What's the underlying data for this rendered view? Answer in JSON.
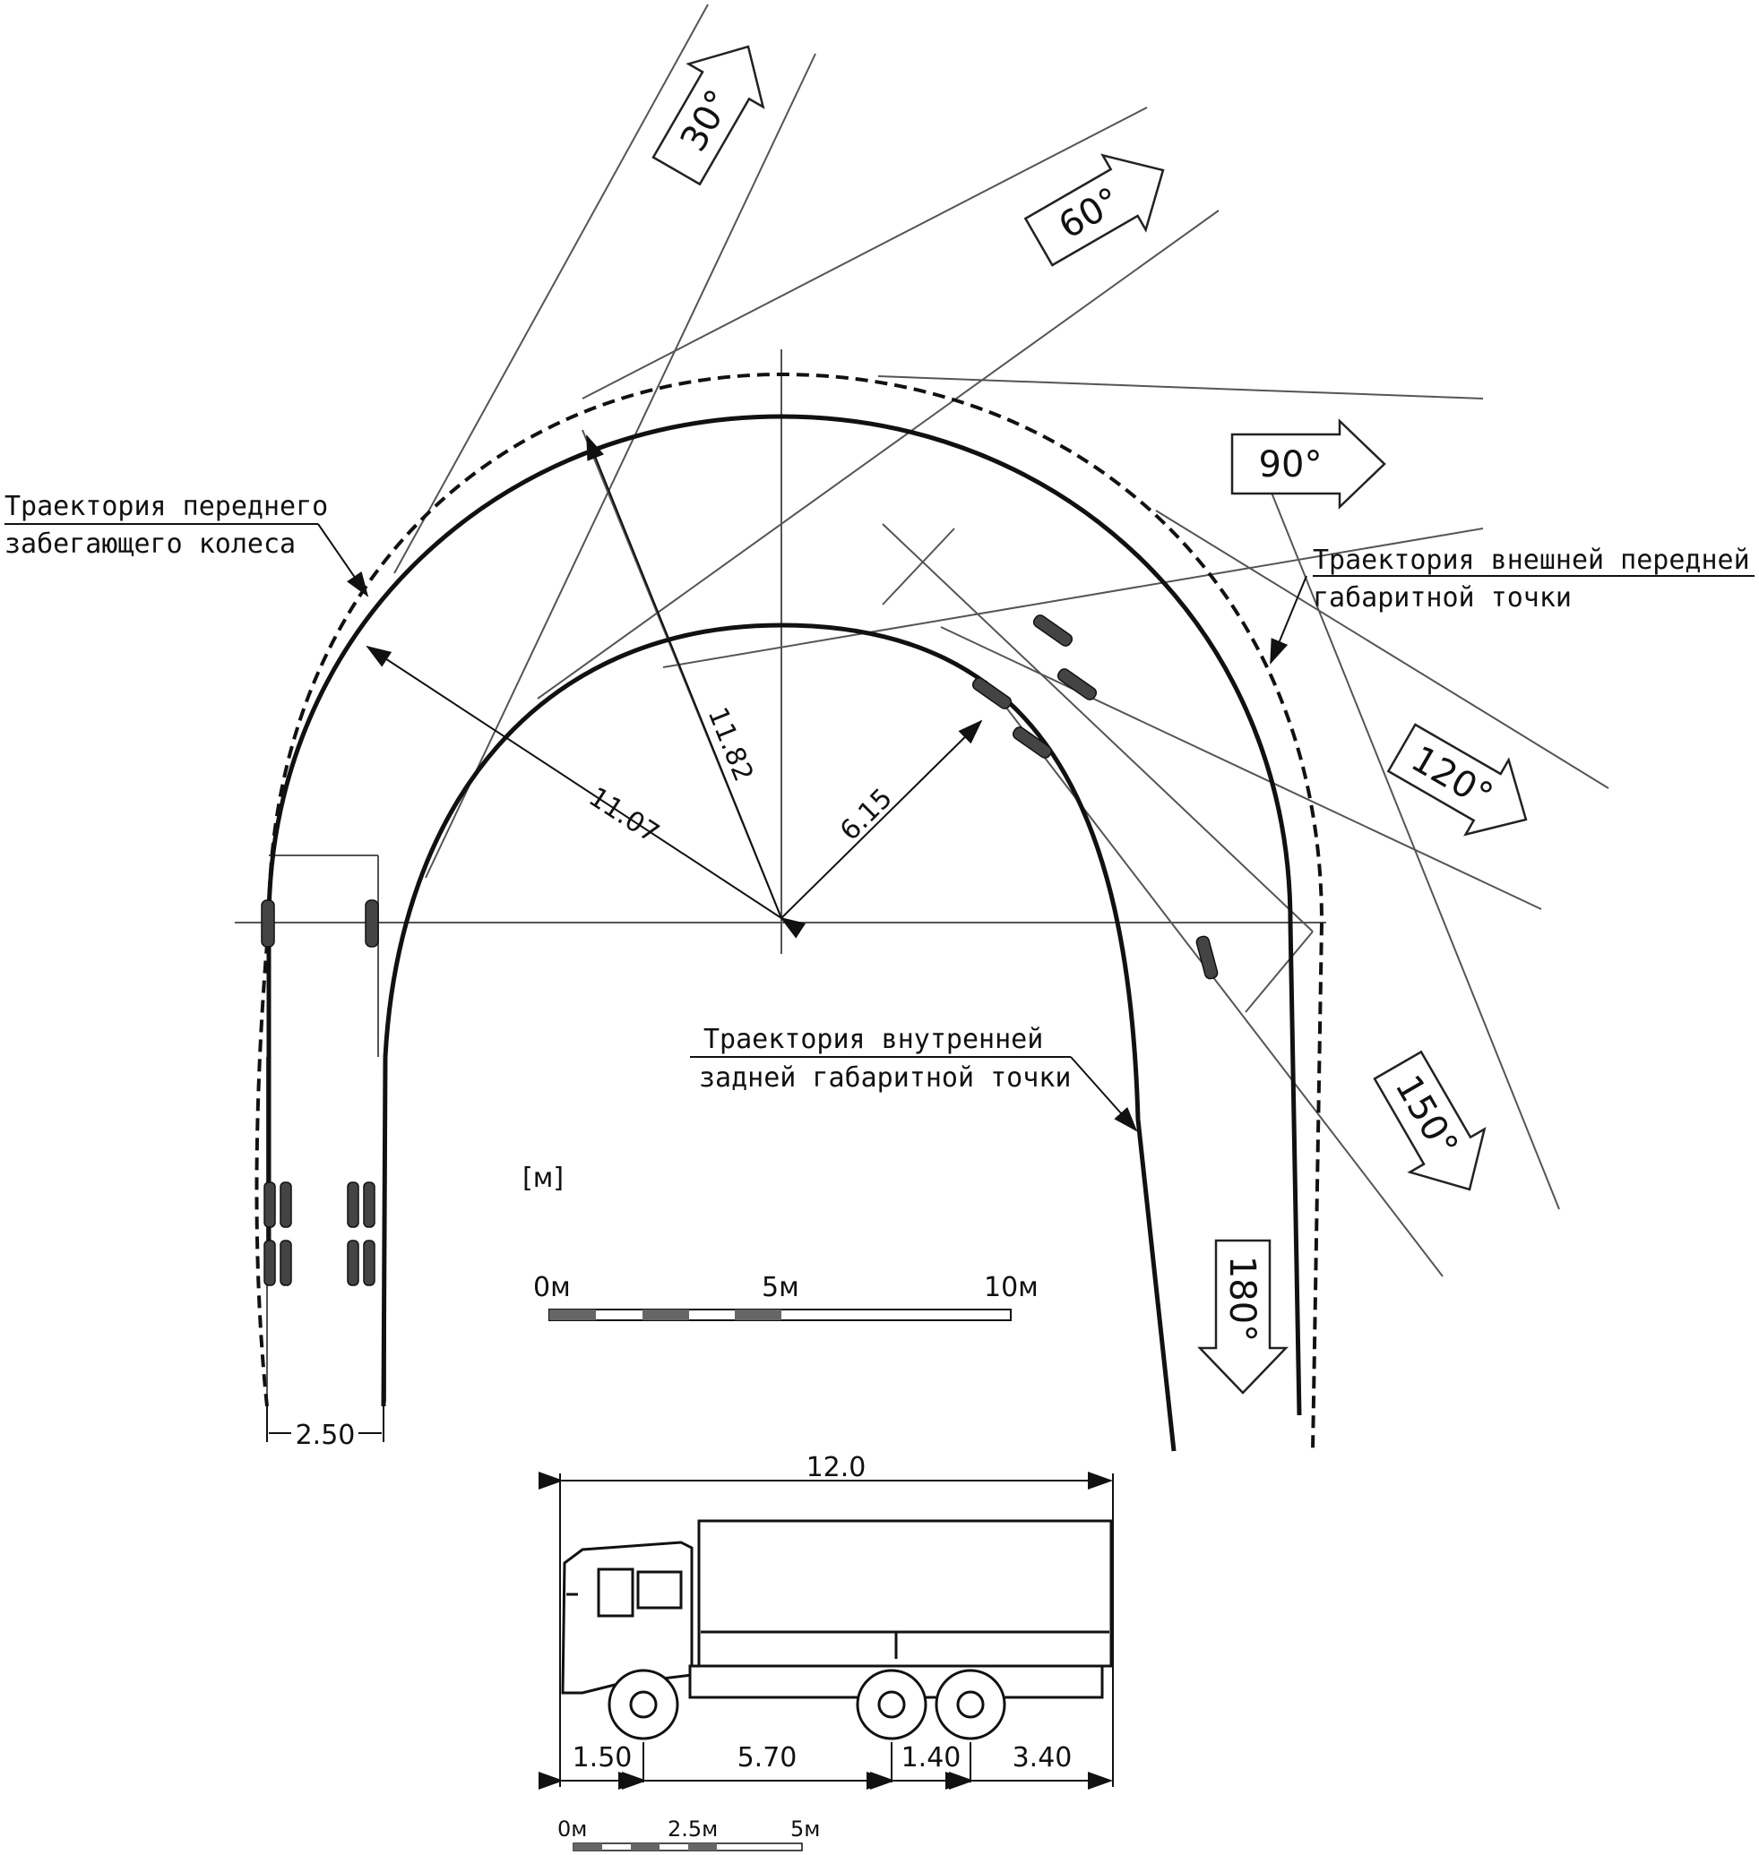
{
  "labels": {
    "front_wheel_path": [
      "Траектория переднего",
      "забегающего колеса"
    ],
    "outer_front_point_path": [
      "Траектория внешней передней",
      "габаритной точки"
    ],
    "inner_rear_point_path": [
      "Траектория внутренней",
      "задней габаритной точки"
    ],
    "units": "[м]"
  },
  "angles": [
    "30°",
    "60°",
    "90°",
    "120°",
    "150°",
    "180°"
  ],
  "radii": {
    "r1": "11.07",
    "r2": "11.82",
    "r3": "6.15"
  },
  "track_width": "2.50",
  "scale_top": {
    "start": "0м",
    "mid": "5м",
    "end": "10м"
  },
  "truck": {
    "length": "12.0",
    "segments": [
      "1.50",
      "5.70",
      "1.40",
      "3.40"
    ]
  },
  "scale_bottom": {
    "start": "0м",
    "mid": "2.5м",
    "end": "5м"
  }
}
